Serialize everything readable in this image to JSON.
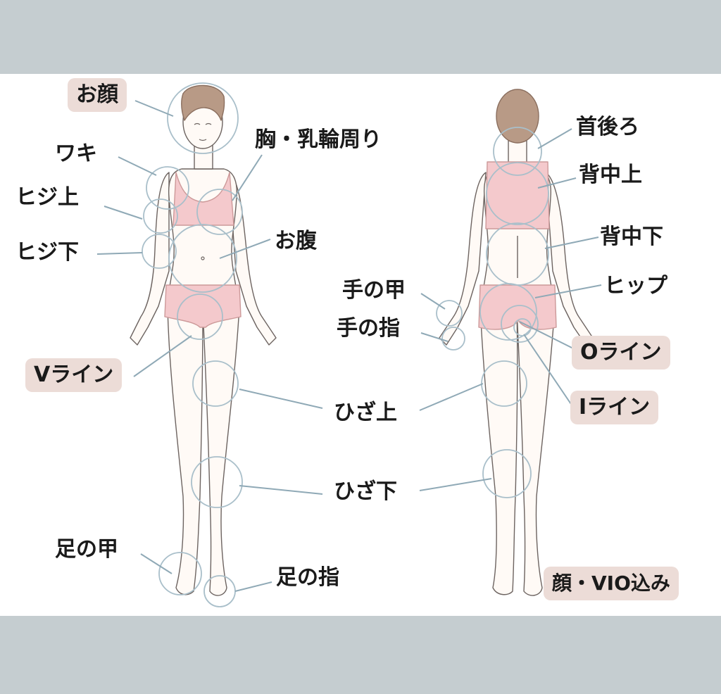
{
  "labels": {
    "face": "お顔",
    "armpit": "ワキ",
    "elbow_upper": "ヒジ上",
    "elbow_lower": "ヒジ下",
    "chest": "胸・乳輪周り",
    "belly": "お腹",
    "v_line": "Vライン",
    "knee_upper": "ひざ上",
    "knee_lower": "ひざ下",
    "foot_top": "足の甲",
    "toes": "足の指",
    "hand_back": "手の甲",
    "fingers": "手の指",
    "neck_back": "首後ろ",
    "back_upper": "背中上",
    "back_lower": "背中下",
    "hip": "ヒップ",
    "o_line": "Oライン",
    "i_line": "Iライン",
    "note": "顔・VIO込み"
  },
  "colors": {
    "background": "#c5cdd0",
    "panel": "#ffffff",
    "highlight_label": "#ecdcd7",
    "underwear": "#f4c9cc",
    "ring": "#a9bfca",
    "leader_line": "#8fa9b6",
    "hair": "#b89a86"
  }
}
